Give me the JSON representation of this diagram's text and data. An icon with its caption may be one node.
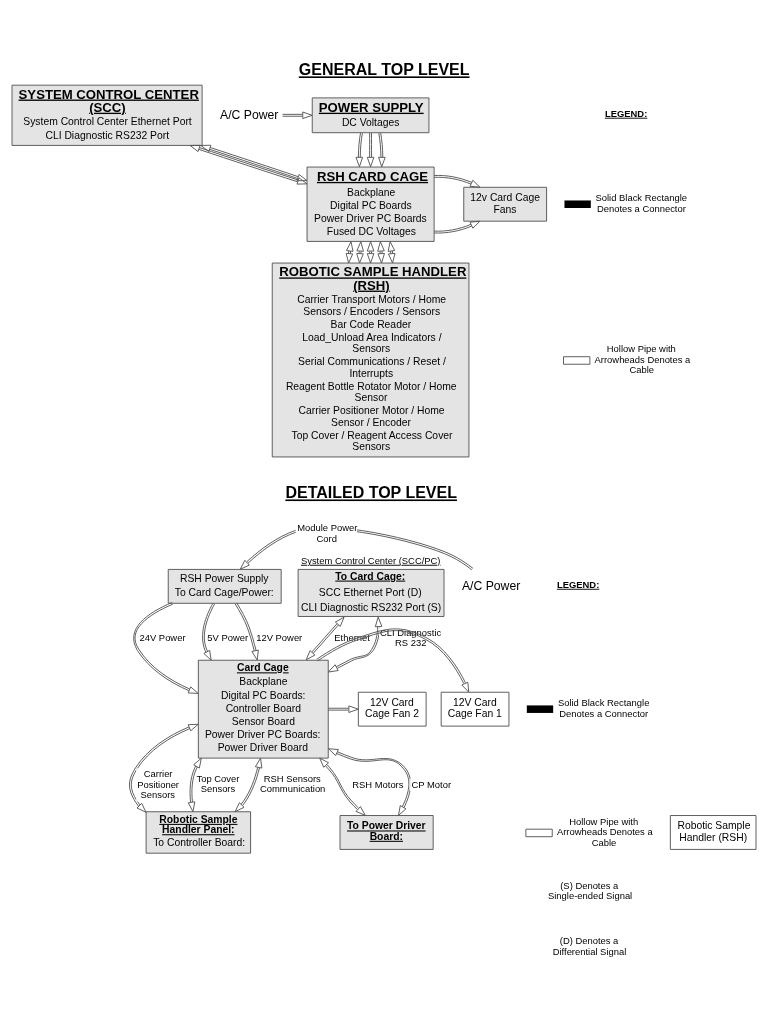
{
  "diagram": {
    "title": "GENERAL TOP LEVEL",
    "nodes": [
      {
        "text": [
          "POWER SUPPLY",
          "DC Voltages"
        ]
      },
      {
        "text": [
          "A/C Power"
        ]
      },
      {
        "text": [
          "SYSTEM CONTROL CENTER (SCC)",
          "System Control Center Ethernet Port",
          "CLI Diagnostic RS232 Port"
        ]
      },
      {
        "text": [
          "12v Card Cage Fans"
        ]
      },
      {
        "text": [
          "RSH CARD CAGE",
          "Backplane",
          "Digital PC Boards",
          "Power Driver PC Boards",
          "Fused DC Voltages"
        ]
      },
      {
        "text": [
          "ROBOTIC SAMPLE HANDLER (RSH)",
          "Carrier Transport Motors / Home Sensors / Encoders / Sensors",
          "Bar Code Reader",
          "Load_Unload Area Indicators / Sensors",
          "Serial Communications / Reset / Interrupts",
          "Reagent Bottle Rotator Motor / Home Sensor",
          "Carrier Positioner Motor / Home Sensor / Encoder",
          "Top Cover / Reagent Access Cover Sensors"
        ]
      },
      {
        "text": [
          "RSH Power Supply",
          "To Card Cage/Power:"
        ]
      },
      {
        "text": [
          "A/C Power"
        ]
      },
      {
        "text": [
          "To Card Cage:",
          "SCC Ethernet Port (D)",
          "CLI Diagnostic RS232 Port (S)"
        ],
        "beside": [
          "System Control Center (SCC/PC)"
        ]
      },
      {
        "text": [
          "Card Cage",
          "Backplane",
          "Digital PC Boards:",
          "Controller Board",
          "Sensor Board",
          "Power Driver PC Boards:",
          "Power Driver Board"
        ]
      },
      {
        "text": [
          "12V Card Cage Fan 1"
        ]
      },
      {
        "text": [
          "12V Card Cage Fan 2"
        ]
      },
      {
        "text": [
          "Robotic Sample Handler (RSH)"
        ]
      },
      {
        "text": [
          "Robotic Sample Handler Panel:",
          "To Controller Board:"
        ]
      },
      {
        "text": [
          "To Power Driver Board:"
        ]
      }
    ],
    "edges": [
      {
        "from": 1,
        "to": 0,
        "arrow": "to"
      },
      {
        "from": 0,
        "to": 4,
        "arrow": "to"
      },
      {
        "from": 0,
        "to": 4,
        "arrow": "to"
      },
      {
        "from": 0,
        "to": 4,
        "arrow": "to"
      },
      {
        "from": 2,
        "to": 4,
        "arrow": "both"
      },
      {
        "from": 2,
        "to": 4,
        "arrow": "both"
      },
      {
        "from": 4,
        "to": 3,
        "arrow": "to"
      },
      {
        "from": 4,
        "to": 3,
        "arrow": "to"
      },
      {
        "from": 4,
        "to": 5,
        "arrow": "both"
      },
      {
        "from": 4,
        "to": 5,
        "arrow": "both"
      },
      {
        "from": 4,
        "to": 5,
        "arrow": "both"
      },
      {
        "from": 4,
        "to": 5,
        "arrow": "both"
      },
      {
        "from": 4,
        "to": 5,
        "arrow": "both"
      },
      {
        "from": 7,
        "to": 6,
        "arrow": "to",
        "label": "Module Power Cord"
      },
      {
        "from": 6,
        "to": 9,
        "arrow": "to",
        "label": "24V Power"
      },
      {
        "from": 6,
        "to": 9,
        "arrow": "to",
        "label": "5V Power"
      },
      {
        "from": 6,
        "to": 9,
        "arrow": "to",
        "label": "12V Power"
      },
      {
        "from": 8,
        "to": 9,
        "arrow": "both",
        "label": "Ethernet"
      },
      {
        "from": 8,
        "to": 9,
        "arrow": "both",
        "label": "CLI Diagnostic RS 232"
      },
      {
        "from": 9,
        "to": 10,
        "arrow": "to"
      },
      {
        "from": 9,
        "to": 11,
        "arrow": "to"
      },
      {
        "from": 9,
        "to": 13,
        "arrow": "both",
        "label": "RSH Sensors Communication"
      },
      {
        "from": 9,
        "to": 13,
        "arrow": "both",
        "label": "Carrier Positioner Sensors"
      },
      {
        "from": 9,
        "to": 13,
        "arrow": "both",
        "label": "Top Cover Sensors"
      },
      {
        "from": 9,
        "to": 14,
        "arrow": "both",
        "label": "RSH Motors"
      },
      {
        "from": 9,
        "to": 14,
        "arrow": "both",
        "label": "CP Motor"
      }
    ],
    "labels": [
      "LEGEND:",
      "DETAILED TOP LEVEL",
      "LEGEND:",
      "(S) Denotes a Single-ended Signal",
      "(D) Denotes a Differential Signal"
    ],
    "legend": [
      {
        "text": "Solid Black Rectangle Denotes a Connector",
        "color": "#000000"
      },
      {
        "text": "Hollow Pipe with Arrowheads Denotes a Cable"
      },
      {
        "text": "Solid Black Rectangle Denotes a Connector",
        "color": "#000000"
      },
      {
        "text": "Hollow Pipe with Arrowheads Denotes a Cable"
      }
    ]
  }
}
